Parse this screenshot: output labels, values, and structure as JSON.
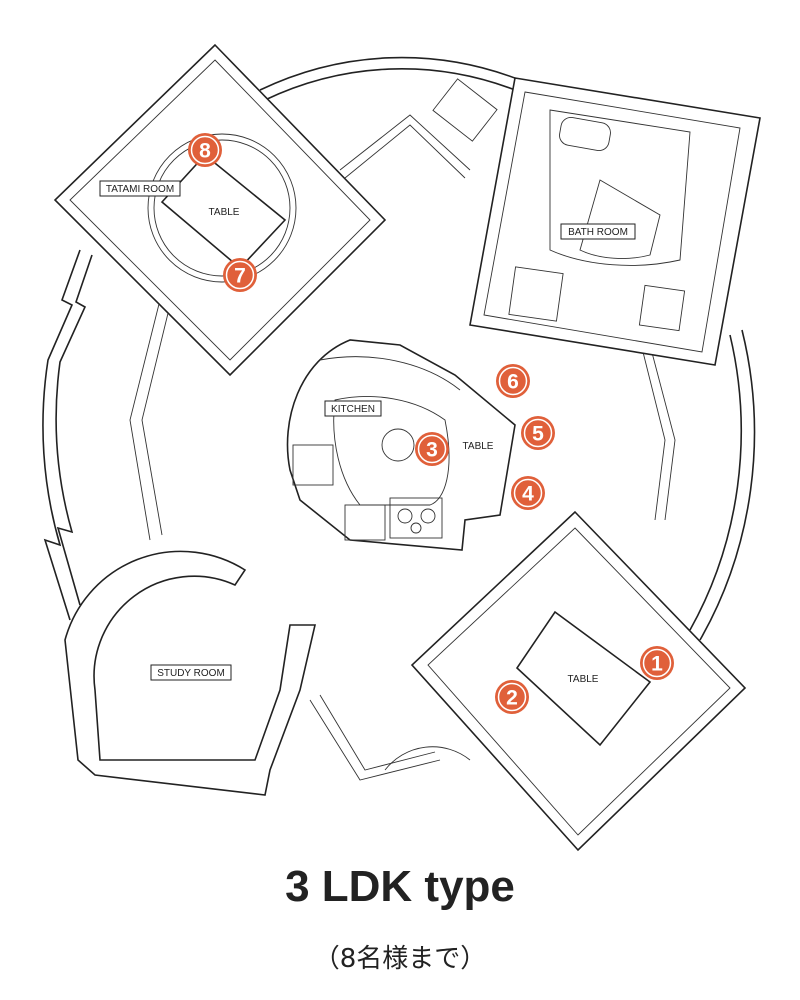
{
  "title": "3 LDK type",
  "subtitle": "（8名様まで）",
  "rooms": {
    "tatami": "TATAMI ROOM",
    "bath": "BATH ROOM",
    "kitchen": "KITCHEN",
    "study": "STUDY ROOM"
  },
  "tables": {
    "tatami": "TABLE",
    "kitchen": "TABLE",
    "southeast": "TABLE"
  },
  "seats": [
    "1",
    "2",
    "3",
    "4",
    "5",
    "6",
    "7",
    "8"
  ],
  "colors": {
    "badge": "#e0603a",
    "line": "#222222"
  }
}
